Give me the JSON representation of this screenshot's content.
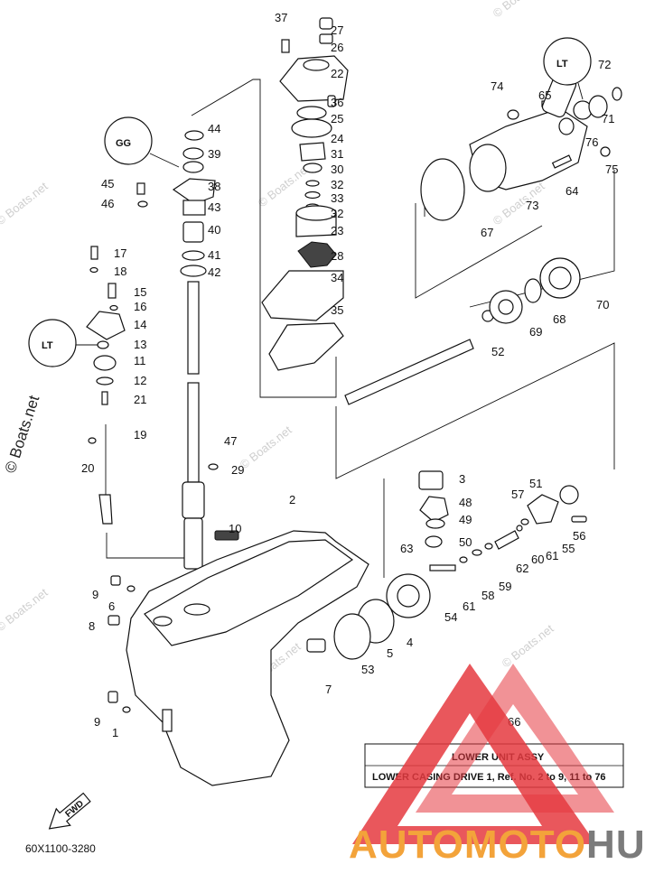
{
  "diagram": {
    "callout_title": "LOWER UNIT ASSY",
    "callout_subtitle": "LOWER CASING DRIVE 1, Ref. No. 2 to 9, 11 to 76",
    "drawing_code": "60X1100-3280",
    "fwd_label": "FWD",
    "watermark": "© Boats.net",
    "side_watermark": "© Boats.net",
    "brand_logo": {
      "part1": "AUTOMOTO",
      "part2": "HUB",
      "accent_color": "#f3a33a",
      "secondary_color": "#7b7b7b",
      "triangle_color": "#e5393f"
    },
    "sealant_symbols": [
      "GG",
      "LT",
      "LT"
    ],
    "labels": [
      "37",
      "27",
      "26",
      "22",
      "36",
      "25",
      "24",
      "31",
      "30",
      "32",
      "33",
      "32",
      "23",
      "28",
      "34",
      "35",
      "44",
      "39",
      "38",
      "43",
      "40",
      "41",
      "42",
      "45",
      "46",
      "17",
      "18",
      "15",
      "16",
      "14",
      "13",
      "11",
      "12",
      "21",
      "19",
      "20",
      "47",
      "29",
      "10",
      "2",
      "3",
      "48",
      "49",
      "50",
      "63",
      "54",
      "61",
      "58",
      "59",
      "62",
      "60",
      "61",
      "55",
      "56",
      "57",
      "51",
      "4",
      "5",
      "53",
      "7",
      "9",
      "6",
      "8",
      "9",
      "1",
      "66",
      "74",
      "65",
      "72",
      "71",
      "76",
      "75",
      "64",
      "73",
      "67",
      "70",
      "68",
      "69",
      "52"
    ]
  }
}
